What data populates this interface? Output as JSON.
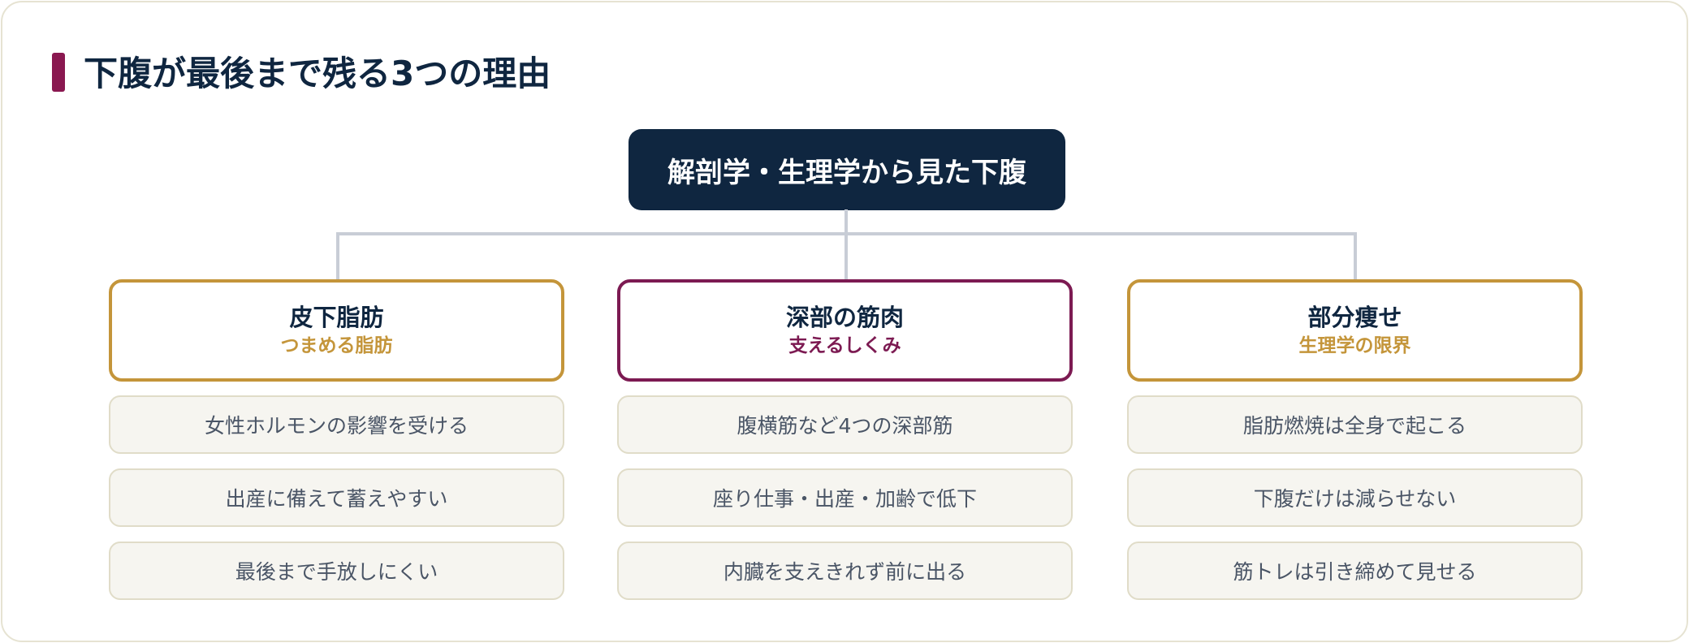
{
  "title": "下腹が最後まで残る3つの理由",
  "root": {
    "label": "解剖学・生理学から見た下腹"
  },
  "categories": [
    {
      "title": "皮下脂肪",
      "subtitle": "つまめる脂肪",
      "items": [
        "女性ホルモンの影響を受ける",
        "出産に備えて蓄えやすい",
        "最後まで手放しにくい"
      ]
    },
    {
      "title": "深部の筋肉",
      "subtitle": "支えるしくみ",
      "items": [
        "腹横筋など4つの深部筋",
        "座り仕事・出産・加齢で低下",
        "内臓を支えきれず前に出る"
      ]
    },
    {
      "title": "部分痩せ",
      "subtitle": "生理学の限界",
      "items": [
        "脂肪燃焼は全身で起こる",
        "下腹だけは減らせない",
        "筋トレは引き締めて見せる"
      ]
    }
  ],
  "colors": {
    "navy": "#0f2640",
    "gold": "#c4953a",
    "burgundy": "#7c1a52",
    "title_accent": "#8a1850",
    "connector": "#c8cdd6",
    "item_bg": "#f6f5f0"
  }
}
